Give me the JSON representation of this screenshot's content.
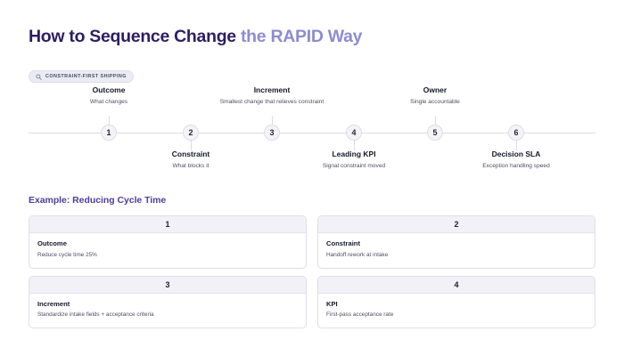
{
  "header": {
    "title_primary": "How to Sequence Change",
    "title_accent": "the RAPID Way",
    "accent_color": "#8d8cd0",
    "primary_color": "#2c1f63"
  },
  "badge": {
    "icon": "search-icon",
    "label": "Constraint-first shipping"
  },
  "timeline": {
    "nodes": [
      {
        "number": "1",
        "title": "Outcome",
        "desc": "What changes",
        "position": "up"
      },
      {
        "number": "2",
        "title": "Constraint",
        "desc": "What blocks it",
        "position": "down"
      },
      {
        "number": "3",
        "title": "Increment",
        "desc": "Smallest change that relieves constraint",
        "position": "up"
      },
      {
        "number": "4",
        "title": "Leading KPI",
        "desc": "Signal constraint moved",
        "position": "down"
      },
      {
        "number": "5",
        "title": "Owner",
        "desc": "Single accountable",
        "position": "up"
      },
      {
        "number": "6",
        "title": "Decision SLA",
        "desc": "Exception handling speed",
        "position": "down"
      }
    ]
  },
  "example": {
    "heading": "Example: Reducing Cycle Time",
    "heading_color": "#4c3f9a",
    "cards": [
      {
        "number": "1",
        "title": "Outcome",
        "desc": "Reduce cycle time 25%"
      },
      {
        "number": "2",
        "title": "Constraint",
        "desc": "Handoff rework at intake"
      },
      {
        "number": "3",
        "title": "Increment",
        "desc": "Standardize intake fields + acceptance criteria"
      },
      {
        "number": "4",
        "title": "KPI",
        "desc": "First-pass acceptance rate"
      }
    ]
  }
}
